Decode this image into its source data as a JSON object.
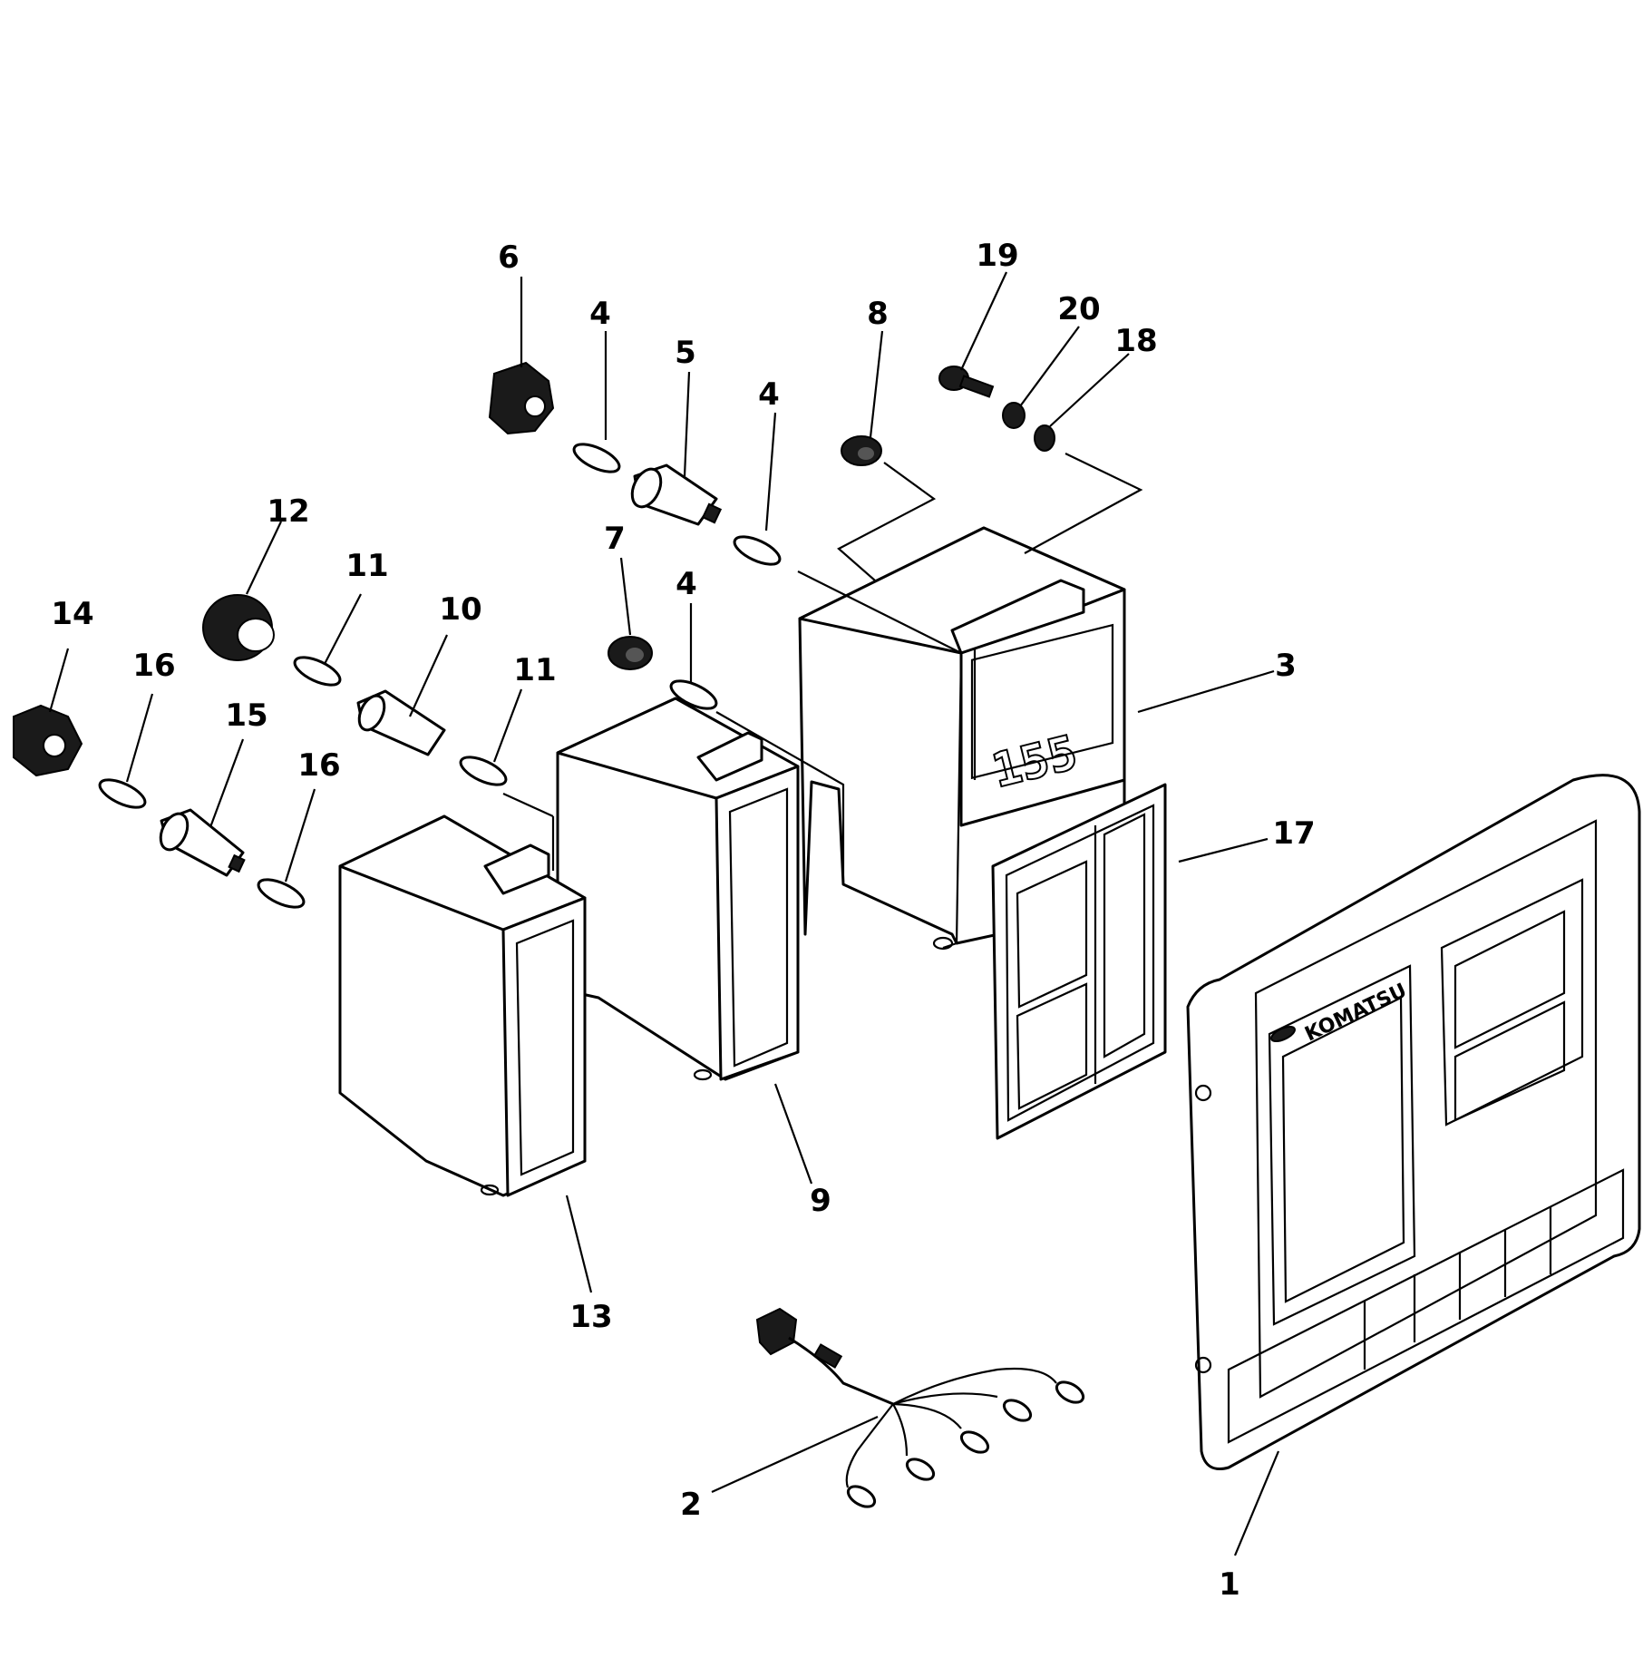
{
  "diagram": {
    "callouts": [
      {
        "id": "1",
        "text": "1"
      },
      {
        "id": "2",
        "text": "2"
      },
      {
        "id": "3",
        "text": "3"
      },
      {
        "id": "4a",
        "text": "4"
      },
      {
        "id": "4b",
        "text": "4"
      },
      {
        "id": "4c",
        "text": "4"
      },
      {
        "id": "5",
        "text": "5"
      },
      {
        "id": "6",
        "text": "6"
      },
      {
        "id": "7",
        "text": "7"
      },
      {
        "id": "8",
        "text": "8"
      },
      {
        "id": "9",
        "text": "9"
      },
      {
        "id": "10",
        "text": "10"
      },
      {
        "id": "11a",
        "text": "11"
      },
      {
        "id": "11b",
        "text": "11"
      },
      {
        "id": "12",
        "text": "12"
      },
      {
        "id": "13",
        "text": "13"
      },
      {
        "id": "14",
        "text": "14"
      },
      {
        "id": "15",
        "text": "15"
      },
      {
        "id": "16a",
        "text": "16"
      },
      {
        "id": "16b",
        "text": "16"
      },
      {
        "id": "17",
        "text": "17"
      },
      {
        "id": "18",
        "text": "18"
      },
      {
        "id": "19",
        "text": "19"
      },
      {
        "id": "20",
        "text": "20"
      }
    ],
    "panel_logo": "KOMATSU",
    "display_readout": "155"
  }
}
